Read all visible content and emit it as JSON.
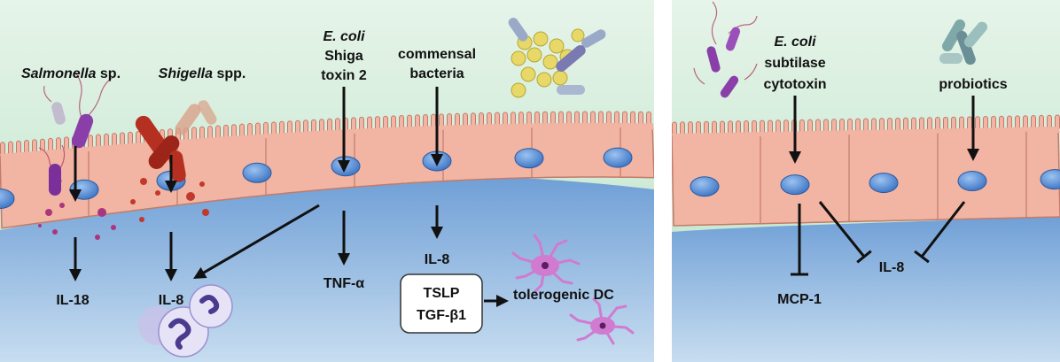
{
  "colors": {
    "lumen_top": "#e6f4e9",
    "lumen_bottom": "#b9e2c6",
    "cell_fill": "#f2b4a3",
    "cell_stroke": "#c27b6a",
    "lamina_top": "#6f9fd6",
    "lamina_bottom": "#c7ddf0",
    "nucleus": "#3a73c4",
    "salmonella": "#8a3ea8",
    "shigella": "#b53020",
    "dendritic_cell": "#d07bd0",
    "neutrophil": "#a79ad6",
    "arrow": "#111111"
  },
  "left_panel": {
    "salmonella_label": "Salmonella",
    "salmonella_suffix": " sp.",
    "shigella_label": "Shigella",
    "shigella_suffix": " spp.",
    "ecoli_label": "E. coli",
    "shiga_line1": "Shiga",
    "shiga_line2": "toxin 2",
    "commensal_line1": "commensal",
    "commensal_line2": "bacteria",
    "il18": "IL-18",
    "il8_shigella": "IL-8",
    "tnf": "TNF-α",
    "il8_commensal": "IL-8",
    "tslp": "TSLP",
    "tgf": "TGF-β1",
    "tolerogenic_dc": "tolerogenic DC"
  },
  "right_panel": {
    "ecoli_label": "E. coli",
    "subtilase_line1": "subtilase",
    "subtilase_line2": "cytotoxin",
    "probiotics": "probiotics",
    "mcp1": "MCP-1",
    "il8": "IL-8"
  }
}
